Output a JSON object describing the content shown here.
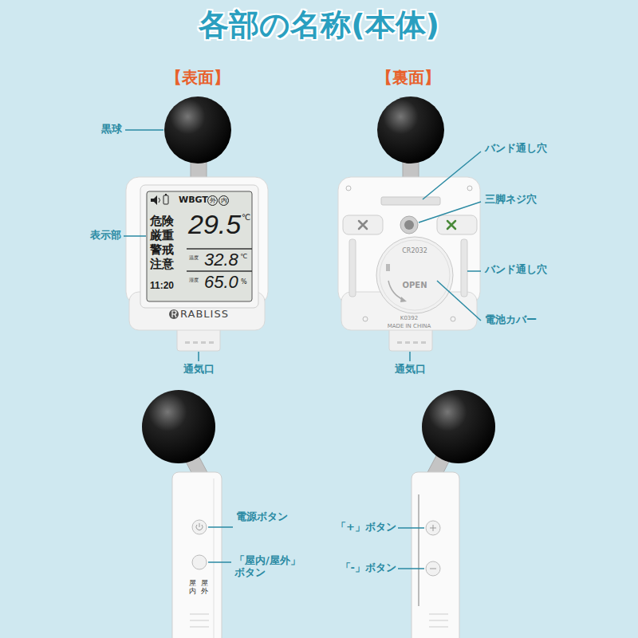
{
  "diagram": {
    "title": "各部の名称(本体)",
    "nodes": [
      {
        "text": [
          "RABLISS"
        ]
      },
      {
        "text": [
          "WBGT",
          "外",
          "内",
          "29.5",
          "℃",
          "危険",
          "厳重",
          "警戒",
          "注意",
          "温度",
          "32.8",
          "℃",
          "湿度",
          "65.0",
          "%",
          "11:20"
        ],
        "in": 0
      },
      {
        "text": [
          "K0392",
          "MADE IN CHINA"
        ]
      },
      {
        "text": [
          "CR2032",
          "OPEN"
        ],
        "in": 2
      }
    ],
    "edges": [],
    "labels": [
      "【表面】",
      "【裏面】",
      "黒球",
      "表示部",
      "通気口",
      "バンド通し穴",
      "三脚ネジ穴",
      "バンド通し穴",
      "電池カバー",
      "通気口",
      "電源ボタン",
      "「屋内/屋外」 ボタン",
      "「+」ボタン",
      "「-」ボタン",
      "屋内",
      "屋外"
    ]
  }
}
